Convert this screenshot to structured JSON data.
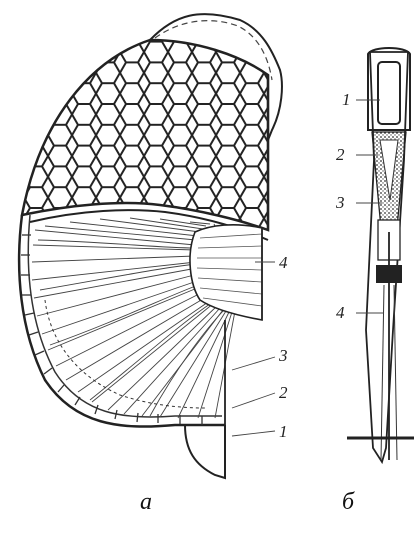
{
  "figure": {
    "left_labels": [
      "4",
      "3",
      "2",
      "1"
    ],
    "right_labels": [
      "1",
      "2",
      "3",
      "4"
    ],
    "captions": {
      "a": "а",
      "b": "б"
    }
  }
}
